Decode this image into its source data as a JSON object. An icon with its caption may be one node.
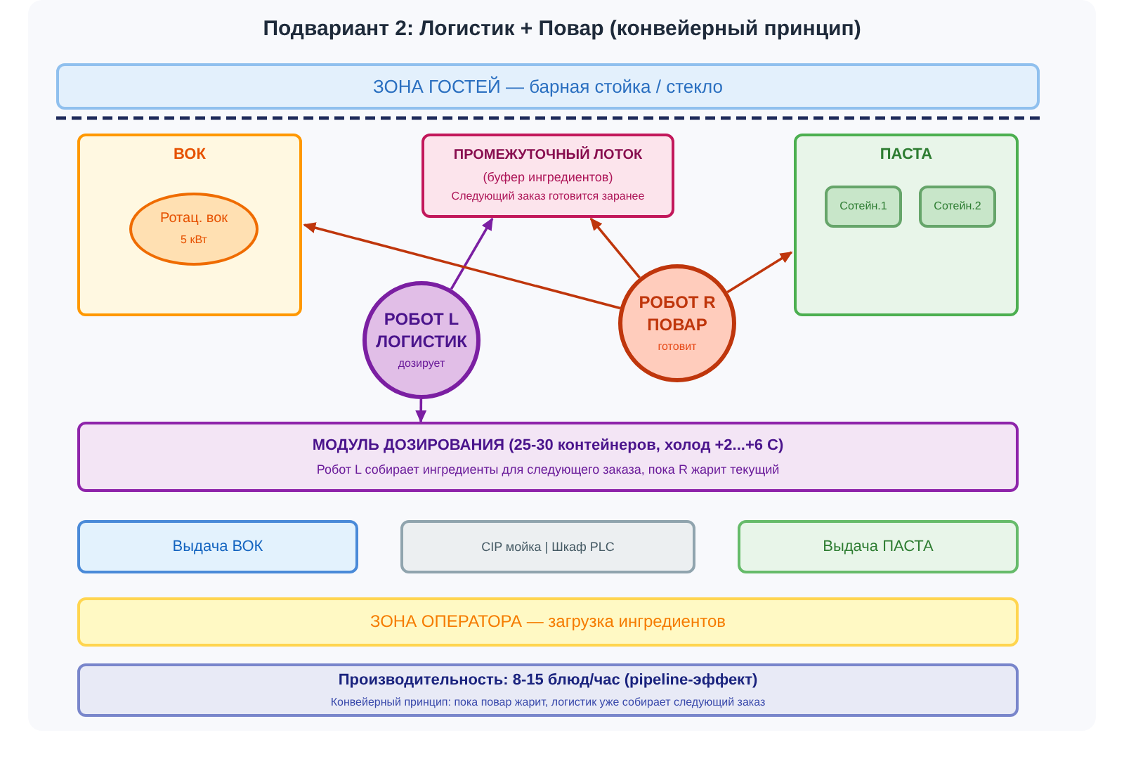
{
  "diagram": {
    "title": "Подвариант 2: Логистик + Повар (конвейерный принцип)",
    "nodes": [
      {
        "text": [
          "ЗОНА ГОСТЕЙ — барная стойка / стекло"
        ]
      },
      {
        "text": [
          "ВОК"
        ]
      },
      {
        "text": [
          "Ротац. вок",
          "5 кВт"
        ],
        "in": 1
      },
      {
        "text": [
          "ПРОМЕЖУТОЧНЫЙ ЛОТОК",
          "(буфер ингредиентов)",
          "Следующий заказ готовится заранее"
        ]
      },
      {
        "text": [
          "ПАСТА"
        ]
      },
      {
        "text": [
          "Сотейн.1"
        ],
        "in": 4
      },
      {
        "text": [
          "Сотейн.2"
        ],
        "in": 4
      },
      {
        "text": [
          "РОБОТ L ЛОГИСТИК",
          "дозирует"
        ]
      },
      {
        "text": [
          "РОБОТ R ПОВАР",
          "готовит"
        ]
      },
      {
        "text": [
          "МОДУЛЬ ДОЗИРОВАНИЯ (25-30 контейнеров, холод +2...+6 С)",
          "Робот L собирает ингредиенты для следующего заказа, пока R жарит текущий"
        ]
      },
      {
        "text": [
          "Выдача ВОК"
        ]
      },
      {
        "text": [
          "CIP мойка | Шкаф PLC"
        ]
      },
      {
        "text": [
          "Выдача ПАСТА"
        ]
      },
      {
        "text": [
          "ЗОНА ОПЕРАТОРА — загрузка ингредиентов"
        ]
      },
      {
        "text": [
          "Производительность: 8-15 блюд/час (pipeline-эффект)",
          "Конвейерный принцип: пока повар жарит, логистик уже собирает следующий заказ"
        ]
      }
    ],
    "edges": [
      {
        "from": 7,
        "to": 3,
        "arrow": "to",
        "color": "#7b1fa2"
      },
      {
        "from": 7,
        "to": 9,
        "arrow": "to",
        "color": "#7b1fa2"
      },
      {
        "from": 8,
        "to": 1,
        "arrow": "to"
      },
      {
        "from": 8,
        "to": 3,
        "arrow": "to"
      },
      {
        "from": 8,
        "to": 4,
        "arrow": "to"
      }
    ]
  }
}
